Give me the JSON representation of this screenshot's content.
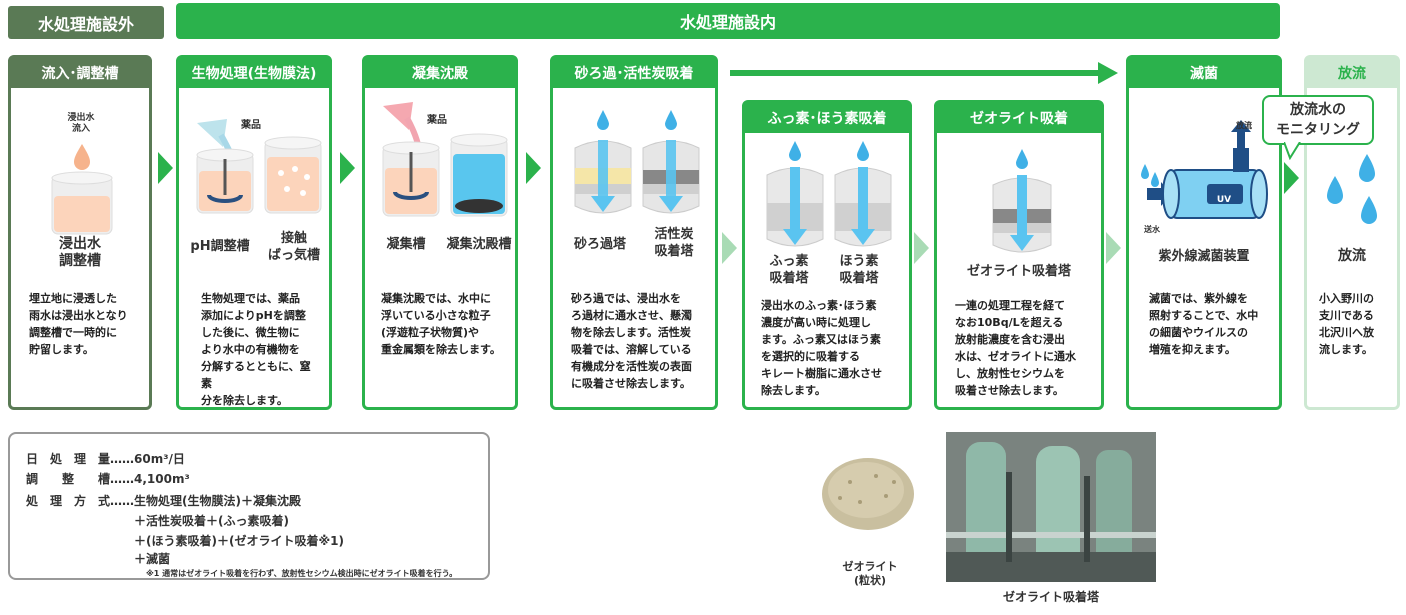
{
  "header": {
    "outside": "水処理施設外",
    "inside": "水処理施設内"
  },
  "cards": {
    "inflow": {
      "title": "流入･調整槽",
      "icon_label": "浸出水\n流入",
      "label": "浸出水\n調整槽",
      "desc": "埋立地に浸透した\n雨水は浸出水となり\n調整槽で一時的に\n貯留します。"
    },
    "bio": {
      "title": "生物処理(生物膜法)",
      "chem": "薬品",
      "label1": "pH調整槽",
      "label2": "接触\nばっ気槽",
      "desc": "生物処理では、薬品\n添加によりpHを調整\nした後に、微生物に\nより水中の有機物を\n分解するとともに、窒素\n分を除去します。"
    },
    "coag": {
      "title": "凝集沈殿",
      "chem": "薬品",
      "label1": "凝集槽",
      "label2": "凝集沈殿槽",
      "desc": "凝集沈殿では、水中に\n浮いている小さな粒子\n(浮遊粒子状物質)や\n重金属類を除去します。"
    },
    "sand": {
      "title": "砂ろ過･活性炭吸着",
      "label1": "砂ろ過塔",
      "label2": "活性炭\n吸着塔",
      "desc": "砂ろ過では、浸出水を\nろ過材に通水させ、懸濁\n物を除去します。活性炭\n吸着では、溶解している\n有機成分を活性炭の表面\nに吸着させ除去します。"
    },
    "fluor": {
      "title": "ふっ素･ほう素吸着",
      "label1": "ふっ素\n吸着塔",
      "label2": "ほう素\n吸着塔",
      "desc": "浸出水のふっ素･ほう素\n濃度が高い時に処理し\nます。ふっ素又はほう素\nを選択的に吸着する\nキレート樹脂に通水させ\n除去します。"
    },
    "zeo": {
      "title": "ゼオライト吸着",
      "label": "ゼオライト吸着塔",
      "desc": "一連の処理工程を経て\nなお10Bq/Lを超える\n放射能濃度を含む浸出\n水は、ゼオライトに通水\nし、放射性セシウムを\n吸着させ除去します。"
    },
    "steril": {
      "title": "滅菌",
      "label": "紫外線滅菌装置",
      "out": "放流",
      "in": "送水",
      "uv": "UV",
      "desc": "滅菌では、紫外線を\n照射することで、水中\nの細菌やウイルスの\n増殖を抑えます。"
    },
    "release": {
      "title": "放流",
      "label": "放流",
      "desc": "小入野川の\n支川である\n北沢川へ放\n流します。"
    }
  },
  "bubble": "放流水の\nモニタリング",
  "spec": {
    "rows": [
      "日　処　理　量……60m³/日",
      "調　　整　　槽……4,100m³",
      "処　理　方　式……生物処理(生物膜法)＋凝集沈殿",
      "　　　　　　　　　＋活性炭吸着＋(ふっ素吸着)",
      "　　　　　　　　　＋(ほう素吸着)＋(ゼオライト吸着※1)",
      "　　　　　　　　　＋滅菌"
    ],
    "note": "※1 通常はゼオライト吸着を行わず、放射性セシウム検出時にゼオライト吸着を行う。"
  },
  "captions": {
    "zeolite": "ゼオライト\n(粒状)",
    "tower": "ゼオライト吸着塔"
  },
  "colors": {
    "green": "#2bb24c",
    "dark_green": "#5a7a55",
    "pale_green": "#cde8d2",
    "water": "#3fb0e6"
  }
}
